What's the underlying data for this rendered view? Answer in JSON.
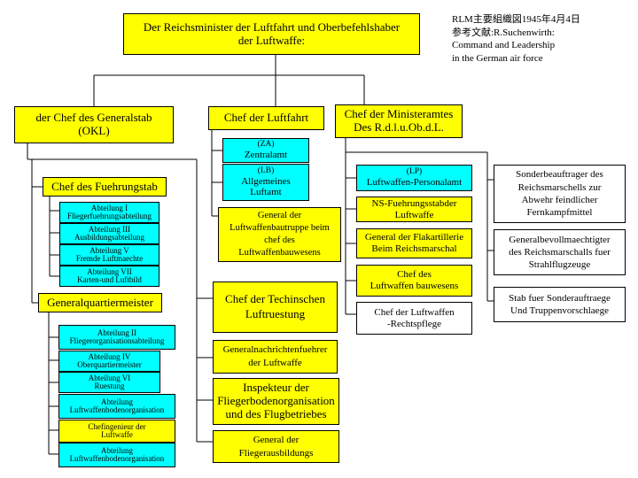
{
  "source_note": [
    "RLM主要組織図1945年4月4日",
    "参考文献:R.Suchenwirth:",
    "Command and Leadership",
    "in the German air force"
  ],
  "top": [
    "Der Reichsminister der Luftfahrt und Oberbefehlshaber",
    "der Luftwaffe:"
  ],
  "okl": [
    "der Chef des Generalstab",
    "(OKL)"
  ],
  "fuehrungsstab": "Chef des Fuehrungstab",
  "fuehrung_abt": [
    [
      "Abteilung I",
      "Fliegerfuehrungsabteilung"
    ],
    [
      "Abteilung III",
      "Ausbildungsabteilung"
    ],
    [
      "Abteilung V",
      "Fremde Luftmaechte"
    ],
    [
      "Abteilung VII",
      "Karten-und Luftbild"
    ]
  ],
  "gq": "Generalquartiermeister",
  "gq_abt": [
    [
      "Abteilung II",
      "Fliegerorganisationsabteilung"
    ],
    [
      "Abteilung IV",
      "Oberquartiermeister"
    ],
    [
      "Abteilung VI",
      "Ruestung"
    ],
    [
      "Abteilung",
      "Luftwaffenbodenorganisation"
    ],
    [
      "Chefingenieur der",
      "Luftwaffe"
    ],
    [
      "Abteilung",
      "Luftwaffenbodenorganisation"
    ]
  ],
  "luftfahrt": "Chef der Luftfahrt",
  "luftfahrt_sub": [
    [
      "(ZA)",
      "Zentralamt"
    ],
    [
      "(LB)",
      "Allgemeines",
      "Luftamt"
    ],
    [
      "General der",
      "Luftwaffenbautruppe beim",
      "chef des",
      "Luftwaffenbauwesens"
    ]
  ],
  "ministeramt": [
    "Chef der Ministeramtes",
    "Des R.d.l.u.Ob.d.L."
  ],
  "ministeramt_sub": [
    [
      "(LP)",
      "Luftwaffen-Personalamt"
    ],
    [
      "NS-Fuehrungsstabder",
      "Luftwaffe"
    ],
    [
      "General der Flakartillerie",
      "Beim Reichsmarschal"
    ],
    [
      "Chef des",
      "Luftwaffen bauwesens"
    ],
    [
      "Chef der Luftwaffen",
      "-Rechtspflege"
    ]
  ],
  "direct": [
    [
      "Chef der Techinschen",
      "Luftruestung"
    ],
    [
      "Generalnachrichtenfuehrer",
      "der Luftwaffe"
    ],
    [
      "Inspekteur der",
      "Fliegerbodenorganisation",
      "und des Flugbetriebes"
    ],
    [
      "General der",
      "Fliegerausbildungs"
    ]
  ],
  "special": [
    [
      "Sonderbeauftrager des",
      "Reichsmarschells zur",
      "Abwehr feindlicher",
      "Fernkampfmittel"
    ],
    [
      "Generalbevollmaechtigter",
      "des Reichsmarschalls fuer",
      "Strahlflugzeuge"
    ],
    [
      "Stab fuer Sonderauftraege",
      "Und Truppenvorschlaege"
    ]
  ],
  "colors": {
    "yellow": "#ffff00",
    "cyan": "#00ffff",
    "line": "#000000"
  }
}
